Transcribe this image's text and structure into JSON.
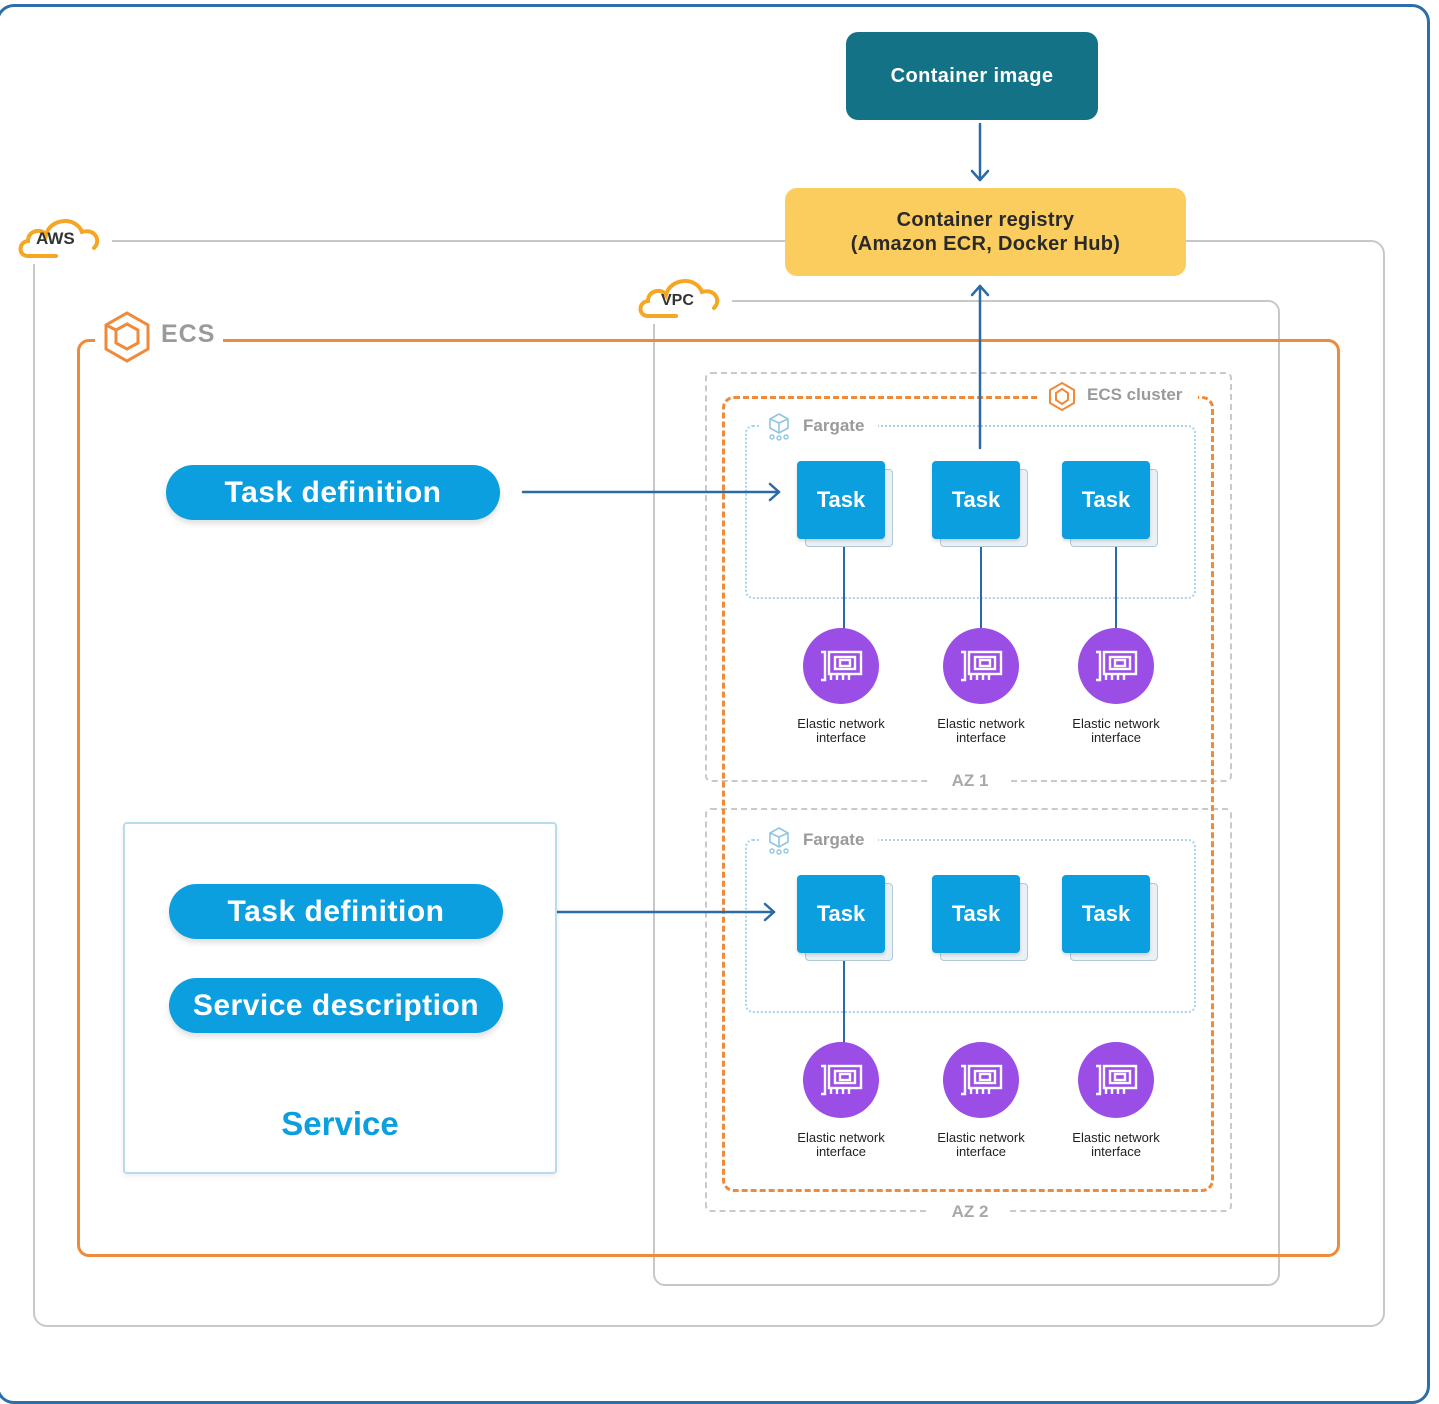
{
  "aws": {
    "label": "AWS"
  },
  "vpc": {
    "label": "VPC"
  },
  "ecs": {
    "label": "ECS"
  },
  "container_image": {
    "label": "Container image"
  },
  "container_registry": {
    "line1": "Container registry",
    "line2": "(Amazon ECR, Docker Hub)"
  },
  "ecs_cluster": {
    "label": "ECS cluster"
  },
  "az1": {
    "label": "AZ 1",
    "fargate_label": "Fargate",
    "tasks": [
      "Task",
      "Task",
      "Task"
    ],
    "enis": [
      {
        "line1": "Elastic network",
        "line2": "interface"
      },
      {
        "line1": "Elastic network",
        "line2": "interface"
      },
      {
        "line1": "Elastic network",
        "line2": "interface"
      }
    ]
  },
  "az2": {
    "label": "AZ 2",
    "fargate_label": "Fargate",
    "tasks": [
      "Task",
      "Task",
      "Task"
    ],
    "enis": [
      {
        "line1": "Elastic network",
        "line2": "interface"
      },
      {
        "line1": "Elastic network",
        "line2": "interface"
      },
      {
        "line1": "Elastic network",
        "line2": "interface"
      }
    ]
  },
  "task_definition_top": {
    "label": "Task definition"
  },
  "service": {
    "task_definition_label": "Task definition",
    "service_description_label": "Service description",
    "title": "Service"
  },
  "colors": {
    "ecs_orange": "#ef8a3b",
    "task_blue": "#0b9fe0",
    "image_teal": "#137286",
    "registry_yellow": "#fbcd5e",
    "eni_purple": "#9a4ee6",
    "arrow_blue": "#2a6aa8"
  }
}
